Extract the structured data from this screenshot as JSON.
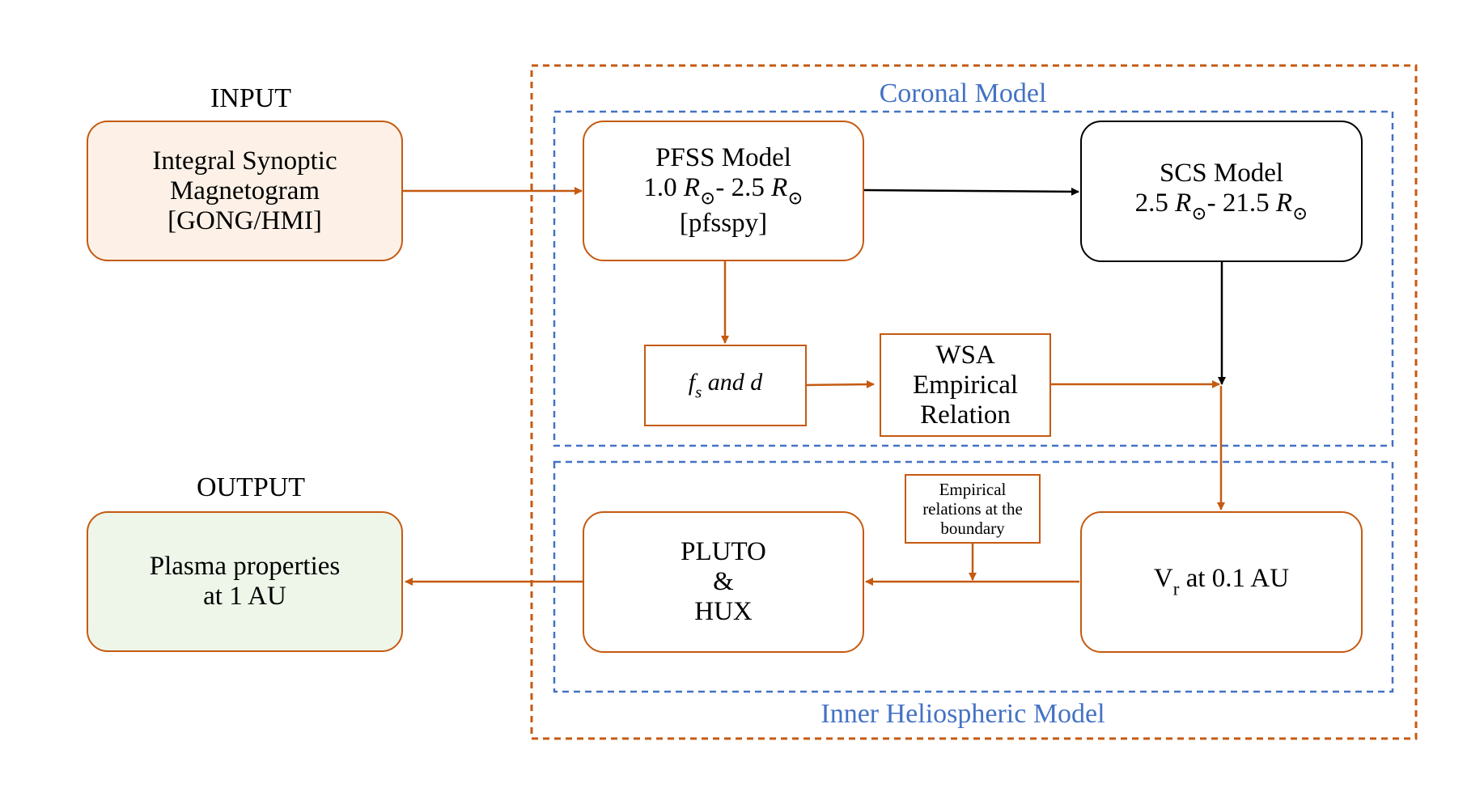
{
  "labels": {
    "input": "INPUT",
    "output": "OUTPUT",
    "coronal_model": "Coronal Model",
    "inner_heliospheric_model": "Inner Heliospheric Model"
  },
  "input_box": {
    "lines": [
      "Integral Synoptic",
      "Magnetogram",
      "[GONG/HMI]"
    ]
  },
  "output_box": {
    "lines": [
      "Plasma properties",
      "at 1 AU"
    ]
  },
  "pfss": {
    "title": "PFSS Model",
    "range_start": "1.0",
    "range_sep": "- 2.5",
    "radius_symbol": "R",
    "solar_symbol": "⊙",
    "tool": "[pfsspy]"
  },
  "scs": {
    "title": "SCS Model",
    "range_start": "2.5",
    "range_sep": "- 21.5",
    "radius_symbol": "R",
    "solar_symbol": "⊙"
  },
  "fs_d": {
    "f": "f",
    "f_sub": "s",
    "rest": "and d"
  },
  "wsa": {
    "lines": [
      "WSA",
      "Empirical",
      "Relation"
    ]
  },
  "boundary": {
    "lines": [
      "Empirical",
      "relations at the",
      "boundary"
    ]
  },
  "pluto": {
    "lines": [
      "PLUTO",
      "&",
      "HUX"
    ]
  },
  "vr": {
    "v": "V",
    "v_sub": "r",
    "rest": " at 0.1 AU"
  },
  "colors": {
    "orange": "#c55a11",
    "blue": "#4472c4",
    "input_fill": "#fdf1e7",
    "output_fill": "#eef6e9"
  }
}
